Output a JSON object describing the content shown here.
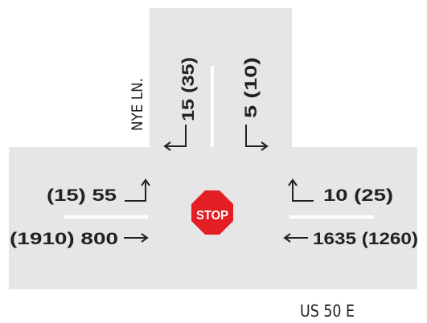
{
  "streets": {
    "side_street": "NYE LN.",
    "main_street": "US 50 E"
  },
  "sign": {
    "text": "STOP",
    "color": "#E31E24",
    "text_color": "#FFFFFF"
  },
  "colors": {
    "road": "#E6E6E6",
    "marking": "#FFFFFF",
    "text": "#222222"
  },
  "movements": {
    "south_left": "15 (35)",
    "south_right": "5 (10)",
    "west_left": "(15) 55",
    "west_through": "(1910) 800",
    "east_left": "10 (25)",
    "east_through": "1635 (1260)"
  }
}
